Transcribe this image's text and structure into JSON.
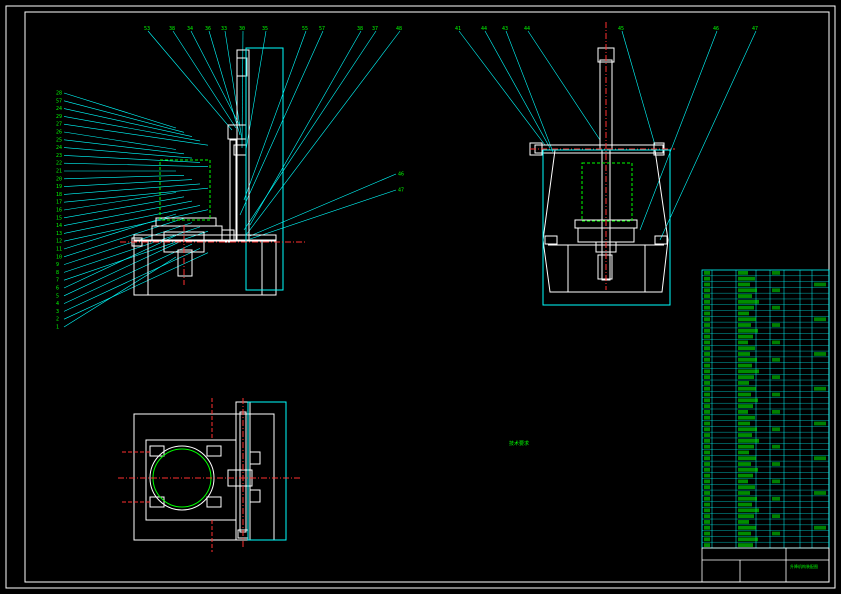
{
  "drawing": {
    "colors": {
      "background": "#000000",
      "frame": "#ffffff",
      "leader": "#00ffff",
      "label": "#00ff00",
      "part": "#ffffff",
      "centerline": "#ff3030",
      "hidden": "#00ff00",
      "highlight": "#ffff00",
      "table_line": "#00ffff",
      "table_text": "#00ff00"
    },
    "front_view": {
      "top_labels": [
        "53",
        "38",
        "34",
        "36",
        "33",
        "30",
        "35",
        "55",
        "57",
        "38",
        "37",
        "48"
      ],
      "left_labels": [
        "28",
        "57",
        "24",
        "29",
        "27",
        "26",
        "25",
        "24",
        "23",
        "22",
        "21",
        "20",
        "19",
        "18",
        "17",
        "16",
        "15",
        "14",
        "13",
        "12",
        "11",
        "10",
        "9",
        "8",
        "7",
        "6",
        "5",
        "4",
        "3",
        "2",
        "1"
      ],
      "right_labels": [
        "46",
        "47"
      ]
    },
    "side_view": {
      "top_labels": [
        "41",
        "44",
        "43",
        "44",
        "45",
        "46",
        "47"
      ]
    },
    "plan_view": {
      "note": "技术要求"
    },
    "parts_list": {
      "row_count": 48,
      "title_label": "升降机构装配图"
    }
  }
}
